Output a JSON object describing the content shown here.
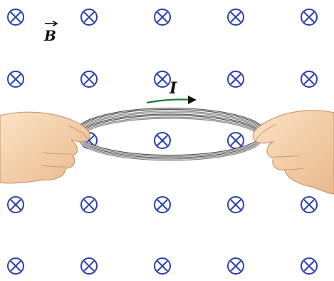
{
  "field": {
    "symbol": "B",
    "direction": "into-page",
    "marker": "circled-x-icon",
    "color": "#2b3fb0",
    "rows": 5,
    "cols": 5
  },
  "current": {
    "symbol": "I",
    "direction": "to-the-right",
    "arrow_color": "#1a7a3a"
  },
  "loop": {
    "color": "#555555",
    "turns": 4
  },
  "hands": {
    "skin_color": "#f3cfa6"
  }
}
